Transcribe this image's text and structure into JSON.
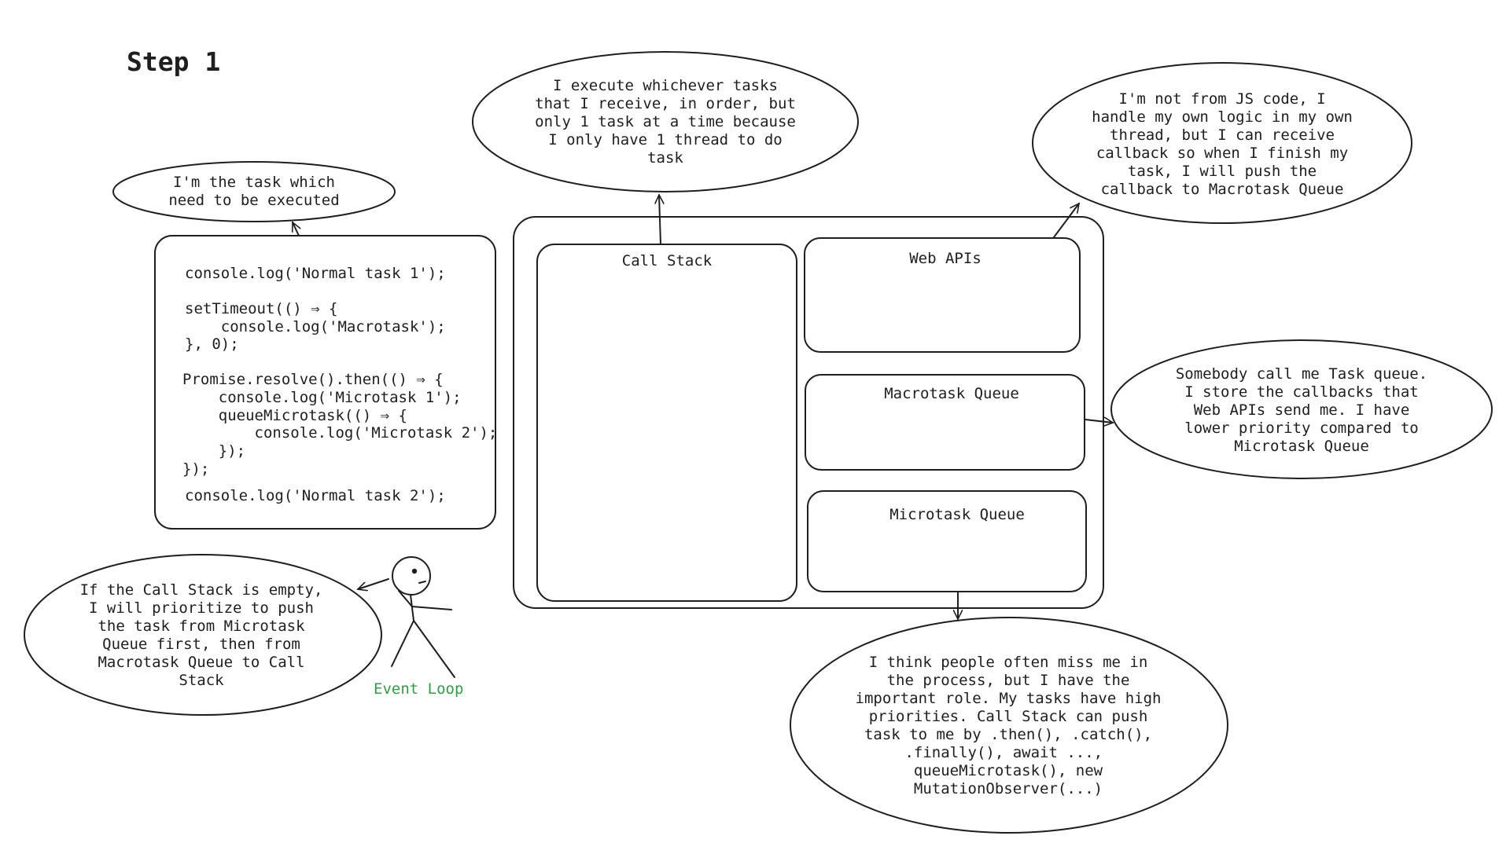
{
  "page": {
    "title": "Step 1"
  },
  "code_box": {
    "lines": [
      "console.log('Normal task 1');",
      "",
      "setTimeout(() ⇒ {",
      "    console.log('Macrotask');",
      "}, 0);",
      "",
      "Promise.resolve().then(() ⇒ {",
      "    console.log('Microtask 1');",
      "    queueMicrotask(() ⇒ {",
      "        console.log('Microtask 2');",
      "    });",
      "});",
      "console.log('Normal task 2');"
    ]
  },
  "runtime": {
    "call_stack_label": "Call Stack",
    "web_apis_label": "Web APIs",
    "macrotask_queue_label": "Macrotask Queue",
    "microtask_queue_label": "Microtask Queue"
  },
  "event_loop": {
    "label": "Event Loop",
    "color": "#2f9e44"
  },
  "bubbles": {
    "task": "I'm the task which\nneed to be executed",
    "call_stack": "I execute whichever tasks\nthat I receive, in order, but\nonly 1 task at a time because\nI only have 1 thread to do\ntask",
    "web_apis": "I'm not from JS code, I\nhandle my own logic in my own\nthread, but I can receive\ncallback so when I finish my\ntask, I will push the\ncallback to Macrotask Queue",
    "macrotask": "Somebody call me Task queue.\nI store the callbacks that\nWeb APIs send me. I have\nlower priority compared to\nMicrotask Queue",
    "event_loop": "If the Call Stack is empty,\nI will prioritize to push\nthe task from Microtask\nQueue first, then from\nMacrotask Queue to Call\nStack",
    "microtask": "I think people often miss me in\nthe process, but I have the\nimportant role. My tasks have high\npriorities. Call Stack can push\ntask to me by .then(), .catch(),\n.finally(), await ..., \nqueueMicrotask(), new\nMutationObserver(...)"
  }
}
